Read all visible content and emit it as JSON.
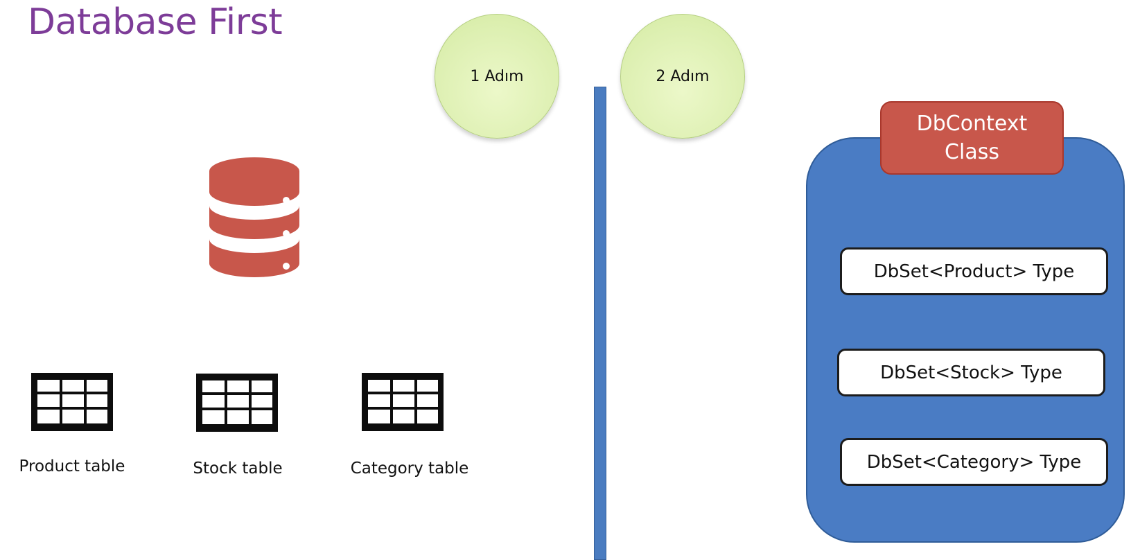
{
  "title": "Database First",
  "steps": [
    {
      "label": "1 Adım"
    },
    {
      "label": "2 Adım"
    }
  ],
  "tables": [
    {
      "label": "Product table"
    },
    {
      "label": "Stock table"
    },
    {
      "label": "Category table"
    }
  ],
  "context": {
    "header_line1": "DbContext",
    "header_line2": "Class",
    "dbsets": [
      {
        "label": "DbSet<Product> Type"
      },
      {
        "label": "DbSet<Stock> Type"
      },
      {
        "label": "DbSet<Category> Type"
      }
    ]
  },
  "colors": {
    "title": "#7d3c98",
    "database": "#c8574b",
    "step_circle": "#def0b3",
    "divider": "#4a7cc0",
    "context_box": "#4a7cc4",
    "context_header": "#c8574b"
  },
  "icons": [
    "database-icon",
    "table-grid-icon"
  ]
}
